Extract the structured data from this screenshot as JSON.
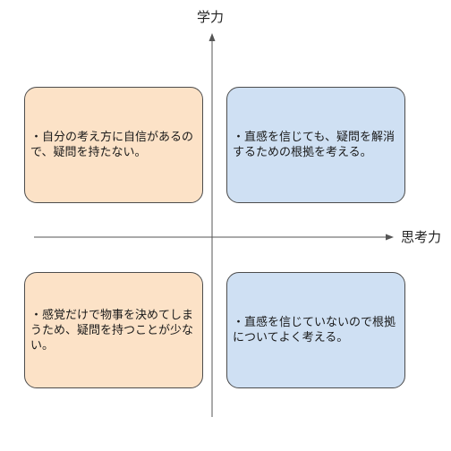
{
  "axes": {
    "vertical_label": "学力",
    "horizontal_label": "思考力"
  },
  "quadrants": {
    "top_left": {
      "text": "・自分の考え方に自信があるので、疑問を持たない。",
      "fill": "#fce2c7"
    },
    "top_right": {
      "text": "・直感を信じても、疑問を解消するための根拠を考える。",
      "fill": "#cfe0f3"
    },
    "bottom_left": {
      "text": "・感覚だけで物事を決めてしまうため、疑問を持つことが少ない。",
      "fill": "#fce2c7"
    },
    "bottom_right": {
      "text": "・直感を信じていないので根拠についてよく考える。",
      "fill": "#cfe0f3"
    }
  },
  "colors": {
    "axis_line": "#555555",
    "box_border": "#4d4d4d"
  }
}
